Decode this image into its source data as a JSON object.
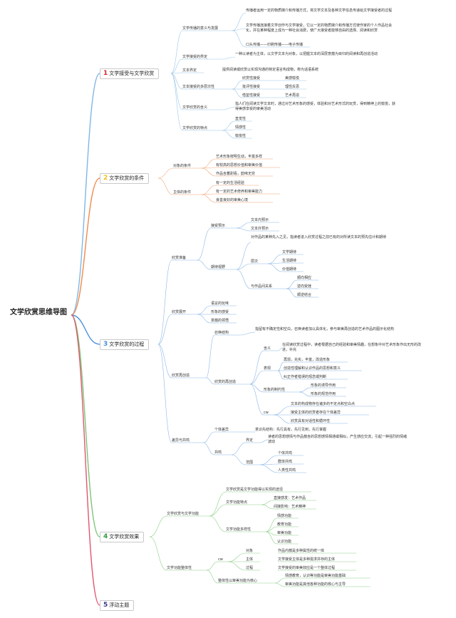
{
  "root": "文学欣赏思维导图",
  "branches": [
    {
      "num": "1",
      "label": "文学接受与文学欣赏",
      "color": "#d9262a",
      "line": "#7fb7e6"
    },
    {
      "num": "2",
      "label": "文学欣赏的条件",
      "color": "#f2c21b",
      "line": "#f08a4b"
    },
    {
      "num": "3",
      "label": "文学欣赏的过程",
      "color": "#4a90d9",
      "line": "#4a90d9"
    },
    {
      "num": "4",
      "label": "文学欣赏效果",
      "color": "#2e9e44",
      "line": "#7cc576"
    },
    {
      "num": "5",
      "label": "浮动主题",
      "color": "#3a3a8c",
      "line": "#e0566e"
    }
  ],
  "b1": {
    "c1": "文学传播的意义与发展",
    "c1a": "传播者运用一定的物质媒介和传播方式，将文学文本及各种文学信息传递给文学接受者的过程",
    "c1b": "文学传播连接着文学创作与文学接受，它以一定的物质媒介和传播方式使作家的个人作品社会化，并在某种程度上成为一种社会消费，使广大接受者能够自由的选择、阅读和欣赏",
    "c1c": "口头传播——印刷传播——电子传播",
    "c2": "文学接受的界定",
    "c2a": "一种以读者为主体，以文学文本为对象，以把握文本的深层意蕴为目归的阅读和再创造活动",
    "c3": "文本界定",
    "c3a": "提供阅读或欣赏以实现沟通的特定语言构成物，称为话语系统",
    "c4": "文本接受的多层次性",
    "c4a": "欣赏性接受",
    "c4a2": "美感愉悦",
    "c4b": "批评性接受",
    "c4b2": "理性反思",
    "c4c": "借鉴性接受",
    "c4c2": "艺术再造",
    "c5": "文学欣赏的含义",
    "c5a": "指人们在阅读文学文本时，通过对艺术形象的感受，体验和对艺术形式的玩赏，得到精神上的愉悦，获得美感享受的审美活动",
    "c6": "文学欣赏的特点",
    "c6a": "直觉性",
    "c6b": "情感性",
    "c6c": "愉悦性"
  },
  "b2": {
    "c1": "对象的条件",
    "c1a": "艺术形象鲜明生动，丰富多样",
    "c1b": "有较高的思想价值和审美价值",
    "c1c": "作品含蓄耐看，韵味无穷",
    "c2": "主体的条件",
    "c2a": "有一定的生活经验",
    "c2b": "有一定的艺术修养和审美能力",
    "c2c": "良善良好的审美心境"
  },
  "b3": {
    "c1": "欣赏准备",
    "c1a": "接受预示",
    "c1a1": "文本内预示",
    "c1a2": "文本外预示",
    "c1b": "期待视野",
    "c1b1": "对作品的某种先入之见，指读者进入欣赏过程之前已有的对所读文本的预先估计和期待",
    "c1b2": "层次",
    "c1b2a": "文学期待",
    "c1b2b": "生活期待",
    "c1b2c": "价值期待",
    "c1b3": "与作品间关系",
    "c1b3a": "顺向相应",
    "c1b3b": "逆向受挫",
    "c1b3c": "顺逆结合",
    "c2": "欣赏展开",
    "c2a": "语言的玩味",
    "c2b": "形象的感受",
    "c2c": "意蕴的领悟",
    "c3": "欣赏再创造",
    "c3a": "召唤结构",
    "c3a1": "指留有不确定性和空白，召唤读者加以具体化，参与审美再创造的艺术作品的图示化结构",
    "c3b": "欣赏的再创造",
    "c3b1": "含义",
    "c3b1a": "在阅读欣赏过程中，读者根据自己的经验和审美情趣，在想象中对艺术形象作出无形的改进，补充",
    "c3b2": "表现",
    "c3b2a": "再现，充实，丰富，改造形象",
    "c3b2b": "创造性理解和认识作品的思想和意义",
    "c3b2c": "纠正作者错误的观念或判断",
    "c3b3": "形象的制约性",
    "c3b3a": "形象的诱导作用",
    "c3b3b": "形象的规范作用",
    "c3b4": "cw",
    "c3b4a": "文本的构成物存在诸多的不定点和空白点",
    "c3b4b": "接受主体的欣赏者存在个体差异",
    "c3b4c": "欣赏具有对话性和循环性",
    "c4": "差异与共鸣",
    "c4a": "个体差异",
    "c4a1": "意识先结构：先行具有，先行见到，先行掌握",
    "c4b": "共鸣",
    "c4b1": "界定",
    "c4b1a": "读者的思想感情与作品蕴含的思想感情相通或相似，产生感应交流，引起一种强烈的情绪波动",
    "c4b2": "范围",
    "c4b2a": "个体共鸣",
    "c4b2b": "群体共鸣",
    "c4b2c": "人类性共鸣"
  },
  "b4": {
    "c1": "文学欣赏与文学功能",
    "c1a": "文学欣赏是文学功能得以实现的途径",
    "c1b": "文学功能特点",
    "c1b1": "直接感发：艺术作品",
    "c1b2": "间接影响：艺术精神",
    "c1c": "文学功能多样性",
    "c1c1": "情感功能",
    "c1c2": "教育功能",
    "c1c3": "审美功能",
    "c1c4": "认识功能",
    "c2": "文学功能整体性",
    "c2a": "cw",
    "c2a1": "对象",
    "c2a1a": "作品内蕴是多种属性的统一体",
    "c2a2": "主体",
    "c2a2a": "文学接受主体是多种需求并存的主体",
    "c2a3": "过程",
    "c2a3a": "文学接受的审美效应是一个整体过程",
    "c2b": "整体性以审美功能为核心",
    "c2b1": "情感教育，认识等功能是审美功能基础",
    "c2b2": "审美功能是其他各种功能的核心与主导"
  }
}
